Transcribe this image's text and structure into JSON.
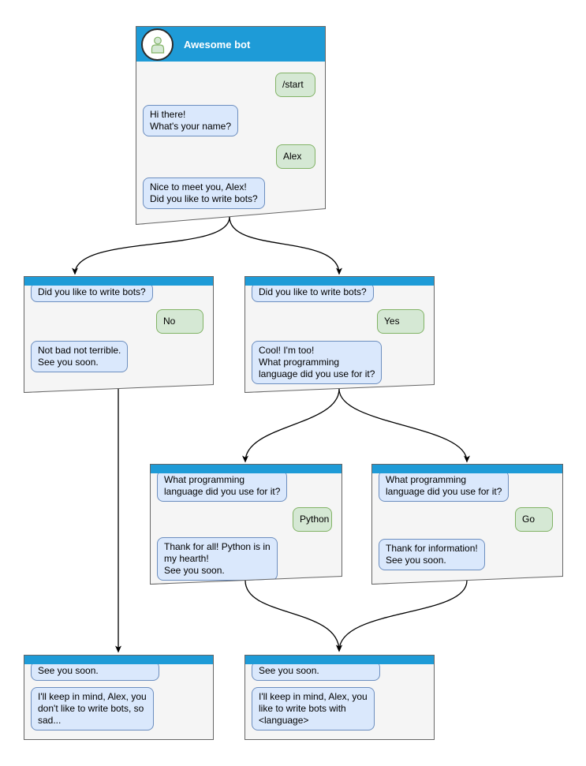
{
  "colors": {
    "header_blue": "#1e9bd7",
    "window_background": "#f5f5f5",
    "window_border": "#666666",
    "bot_bubble_fill": "#dae8fc",
    "bot_bubble_border": "#6c8ebf",
    "user_bubble_fill": "#d5e8d4",
    "user_bubble_border": "#82b366",
    "arrow_color": "#000000"
  },
  "icons": {
    "avatar": "person-icon"
  },
  "windows": {
    "main": {
      "title": "Awesome bot",
      "start_command": "/start",
      "greeting": "Hi there!\nWhat's your name?",
      "name_reply": "Alex",
      "ask_bots": "Nice to meet you, Alex!\nDid you like to write bots?"
    },
    "no_branch": {
      "question": "Did you like to write bots?",
      "answer": "No",
      "reply": "Not bad not terrible.\nSee you soon."
    },
    "yes_branch": {
      "question": "Did you like to write bots?",
      "answer": "Yes",
      "reply": "Cool! I'm too!\nWhat programming\nlanguage did you use for it?"
    },
    "python_branch": {
      "question": "What programming\nlanguage did you use for it?",
      "answer": "Python",
      "reply": "Thank for all! Python is in\nmy hearth!\nSee you soon."
    },
    "go_branch": {
      "question": "What programming\nlanguage did you use for it?",
      "answer": "Go",
      "reply": "Thank for information!\nSee you soon."
    },
    "end_no": {
      "question": "See you soon.",
      "reply": "I'll keep in mind, Alex, you\ndon't like to write bots, so\nsad..."
    },
    "end_yes": {
      "question": "See you soon.",
      "reply": "I'll keep in mind, Alex, you\nlike to write bots with\n<language>"
    }
  }
}
